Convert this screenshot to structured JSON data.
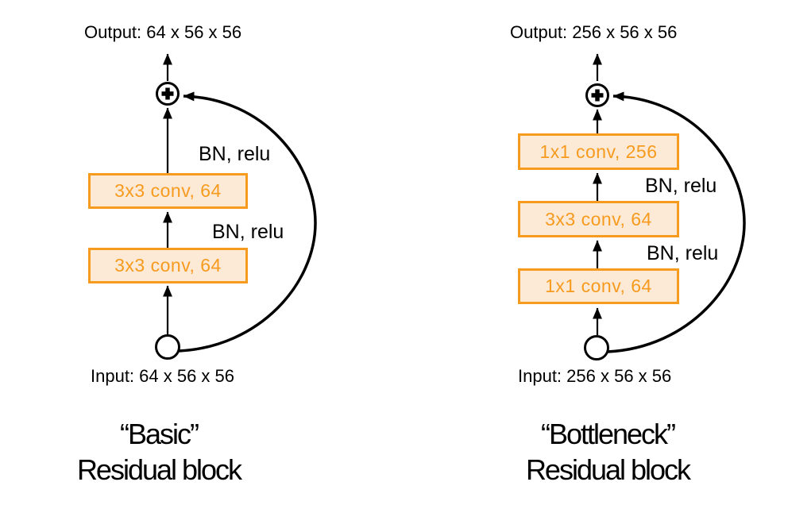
{
  "figure": {
    "accent_color": "#F79B1F",
    "box_fill_color": "#FCE9D6",
    "line_color": "#000000"
  },
  "blocks": [
    {
      "output_label": "Output: 64 x 56 x 56",
      "layers": [
        "3x3 conv, 64",
        "3x3 conv, 64"
      ],
      "activations": [
        "BN, relu",
        "BN, relu"
      ],
      "input_label": "Input: 64 x 56 x 56",
      "caption_line1": "“Basic”",
      "caption_line2": "Residual block"
    },
    {
      "output_label": "Output: 256 x 56 x 56",
      "layers": [
        "1x1 conv, 256",
        "3x3 conv, 64",
        "1x1 conv, 64"
      ],
      "activations": [
        "BN, relu",
        "BN, relu"
      ],
      "input_label": "Input: 256 x 56 x 56",
      "caption_line1": "“Bottleneck”",
      "caption_line2": "Residual block"
    }
  ]
}
